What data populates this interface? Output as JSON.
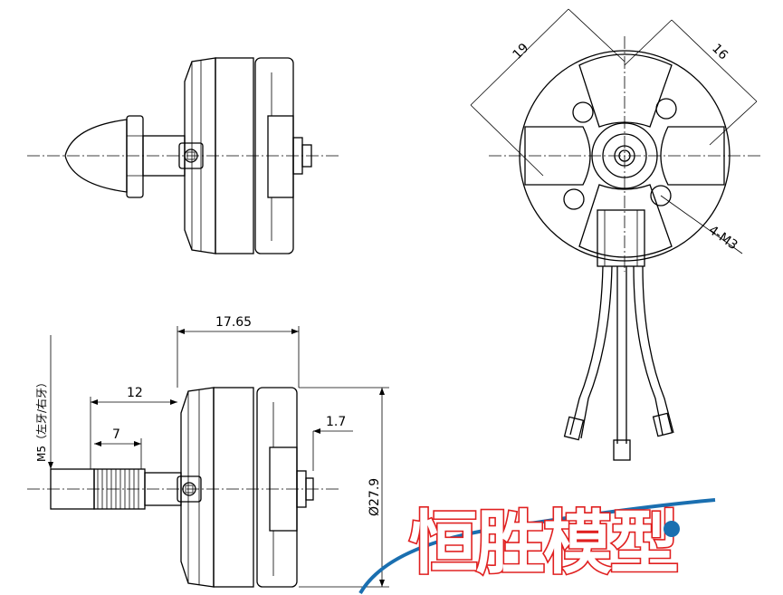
{
  "dimensions": {
    "overall_length": "17.65",
    "shaft_length": "12",
    "thread_length": "7",
    "thread_spec": "M5（左牙/右牙）",
    "flange_gap": "1.7",
    "diameter": "Ø27.9",
    "hole_spacing_a": "19",
    "hole_spacing_b": "16",
    "mount_holes": "4-M3"
  },
  "watermark": {
    "text": "恒胜模型",
    "text_color": "#e02020",
    "swoosh_color": "#1a6fb0"
  }
}
